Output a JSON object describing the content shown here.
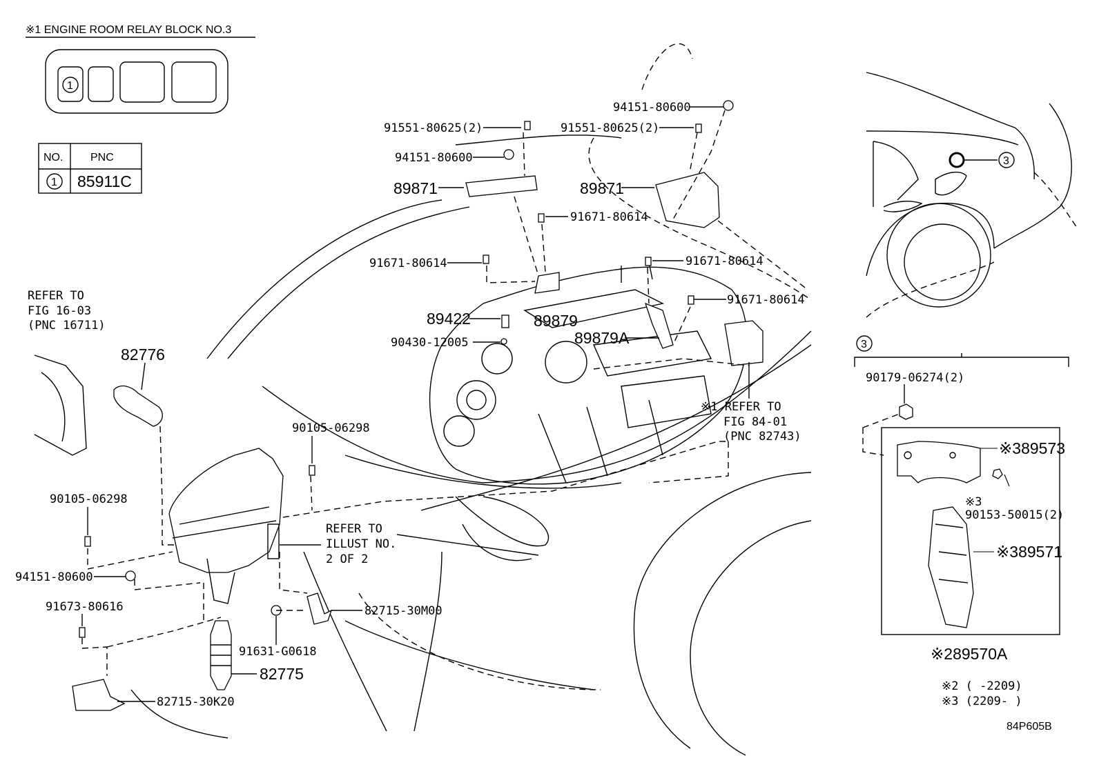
{
  "relay_block": {
    "title": "※1 ENGINE ROOM RELAY BLOCK NO.3",
    "marker": "1",
    "table": {
      "col_no": "NO.",
      "col_pnc": "PNC",
      "row_no": "1",
      "row_pnc": "85911C"
    }
  },
  "refs": {
    "fig16_line1": "REFER TO",
    "fig16_line2": "FIG 16-03",
    "fig16_line3": "(PNC 16711)",
    "fig84_line1": "※1 REFER TO",
    "fig84_line2": "FIG 84-01",
    "fig84_line3": "(PNC 82743)",
    "illust_line1": "REFER TO",
    "illust_line2": "ILLUST NO.",
    "illust_line3": "2 OF 2"
  },
  "labels": {
    "l94151_top": "94151-80600",
    "l91551_left": "91551-80625(2)",
    "l91551_right": "91551-80625(2)",
    "l94151_mid": "94151-80600",
    "l89871_left": "89871",
    "l89871_right": "89871",
    "l91671_a": "91671-80614",
    "l91671_b": "91671-80614",
    "l91671_c": "91671-80614",
    "l91671_d": "91671-80614",
    "l89422": "89422",
    "l89879": "89879",
    "l90430": "90430-12005",
    "l89879A": "89879A",
    "l82776": "82776",
    "l90105_a": "90105-06298",
    "l90105_b": "90105-06298",
    "l94151_low": "94151-80600",
    "l91673": "91673-80616",
    "l82715_30M00": "82715-30M00",
    "l91631": "91631-G0618",
    "l82775": "82775",
    "l82715_30K20": "82715-30K20",
    "l90179": "90179-06274(2)",
    "l89573": "※389573",
    "l90153_mark": "※3",
    "l90153": "90153-50015(2)",
    "l89571": "※389571",
    "l89570A": "※289570A",
    "note2": "※2 (      -2209)",
    "note3": "※3 (2209-      )",
    "circle3": "3",
    "inset_marker": "3",
    "code": "84P605B"
  }
}
